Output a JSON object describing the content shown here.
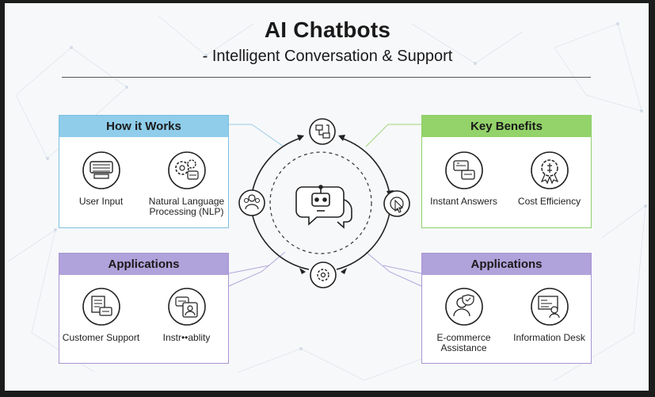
{
  "header": {
    "title": "AI Chatbots",
    "subtitle": "- Intelligent Conversation & Support"
  },
  "panels": {
    "how_it_works": {
      "title": "How it Works",
      "items": [
        {
          "label": "User Input",
          "icon": "keyboard-icon"
        },
        {
          "label": "Natural Language Processing (NLP)",
          "icon": "gears-nlp-icon"
        }
      ]
    },
    "key_benefits": {
      "title": "Key Benefits",
      "items": [
        {
          "label": "Instant Answers",
          "icon": "instant-answers-icon"
        },
        {
          "label": "Cost Efficiency",
          "icon": "cost-badge-icon"
        }
      ]
    },
    "applications_left": {
      "title": "Applications",
      "items": [
        {
          "label": "Customer Support",
          "icon": "document-card-icon"
        },
        {
          "label": "Instr••ablity",
          "icon": "profile-chat-icon"
        }
      ]
    },
    "applications_right": {
      "title": "Applications",
      "items": [
        {
          "label": "E-commerce Assistance",
          "icon": "shopper-icon"
        },
        {
          "label": "Information Desk",
          "icon": "info-desk-icon"
        }
      ]
    }
  },
  "center": {
    "icons": [
      "chatbot-robot-icon",
      "flowchart-icon",
      "pointer-click-icon",
      "settings-cycle-icon",
      "team-icon"
    ]
  },
  "colors": {
    "blue": "#8fcdeb",
    "green": "#93d36a",
    "purple": "#b0a2da",
    "stroke": "#222222"
  }
}
